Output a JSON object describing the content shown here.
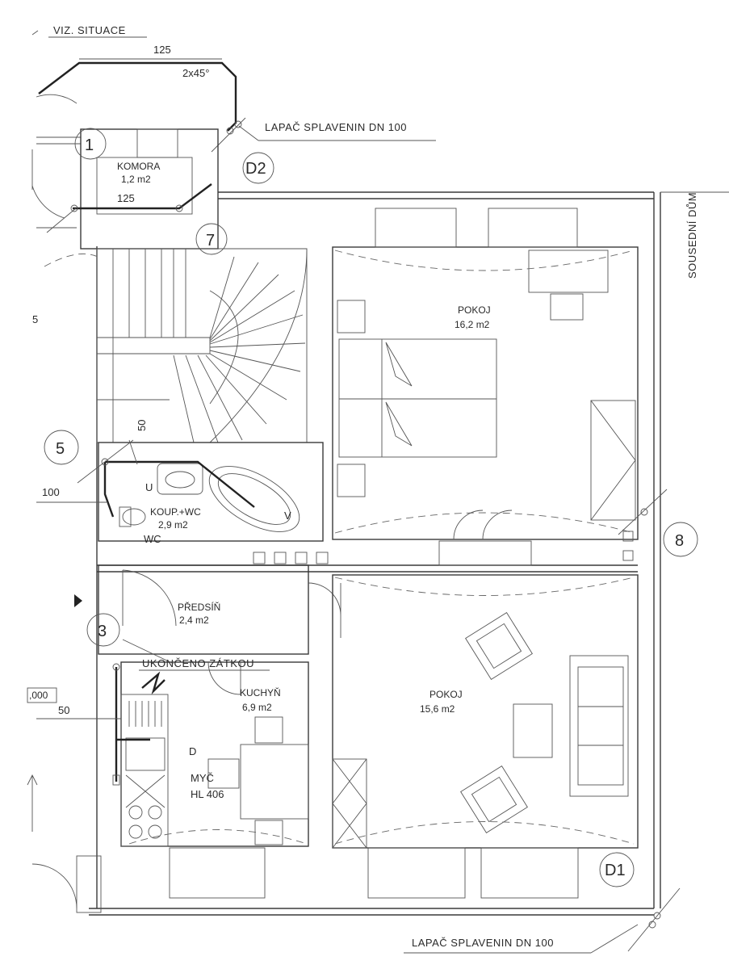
{
  "labels": {
    "viz_situace": "VIZ. SITUACE",
    "lapac_top": "LAPAČ SPLAVENIN DN 100",
    "lapac_bottom": "LAPAČ SPLAVENIN DN 100",
    "sousedni_dum": "SOUSEDNÍ DŮM",
    "ukonceno_zatkou": "UKONČENO ZÁTKOU",
    "elevation": ",000",
    "wc": "WC",
    "u": "U",
    "v": "V",
    "d": "D",
    "myc": "MYČ",
    "hl": "HL 406",
    "misc": "5"
  },
  "dimensions": {
    "top_125": "125",
    "angle": "2x45°",
    "komora_125": "125",
    "d50_top": "50",
    "d100": "100",
    "d50_bottom": "50"
  },
  "rooms": [
    {
      "name": "KOMORA",
      "area": "1,2  m2"
    },
    {
      "name": "POKOJ",
      "area": "16,2  m2"
    },
    {
      "name": "KOUP.+WC",
      "area": "2,9  m2"
    },
    {
      "name": "PŘEDSÍŇ",
      "area": "2,4  m2"
    },
    {
      "name": "KUCHYŇ",
      "area": "6,9  m2"
    },
    {
      "name": "POKOJ",
      "area": "15,6  m2"
    }
  ],
  "markers": [
    "1",
    "D2",
    "7",
    "5",
    "8",
    "3",
    "D1"
  ]
}
